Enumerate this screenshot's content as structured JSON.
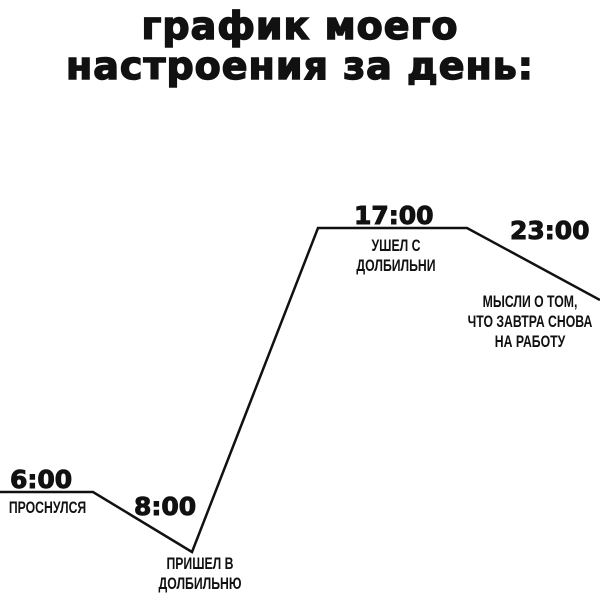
{
  "chart_data": {
    "type": "line",
    "title_lines": [
      "График моего",
      "настроения за день:"
    ],
    "xlabel": "",
    "ylabel": "",
    "ylim": [
      0,
      100
    ],
    "grid": false,
    "points": [
      {
        "time": "6:00",
        "mood": 27
      },
      {
        "time": "6:00",
        "mood": 27
      },
      {
        "time": "8:00",
        "mood": 12
      },
      {
        "time": "17:00",
        "mood": 93
      },
      {
        "time": "17:00",
        "mood": 93
      },
      {
        "time": "23:00",
        "mood": 75
      }
    ],
    "annotations": [
      {
        "time": "6:00",
        "text": "Проснулся"
      },
      {
        "time": "8:00",
        "text_lines": [
          "Пришел в",
          "долбильню"
        ]
      },
      {
        "time": "17:00",
        "text_lines": [
          "Ушел с",
          "долбильни"
        ]
      },
      {
        "time": "23:00",
        "text_lines": [
          "Мысли о том,",
          "что завтра снова",
          "на работу"
        ]
      }
    ],
    "line_color": "#111111"
  }
}
